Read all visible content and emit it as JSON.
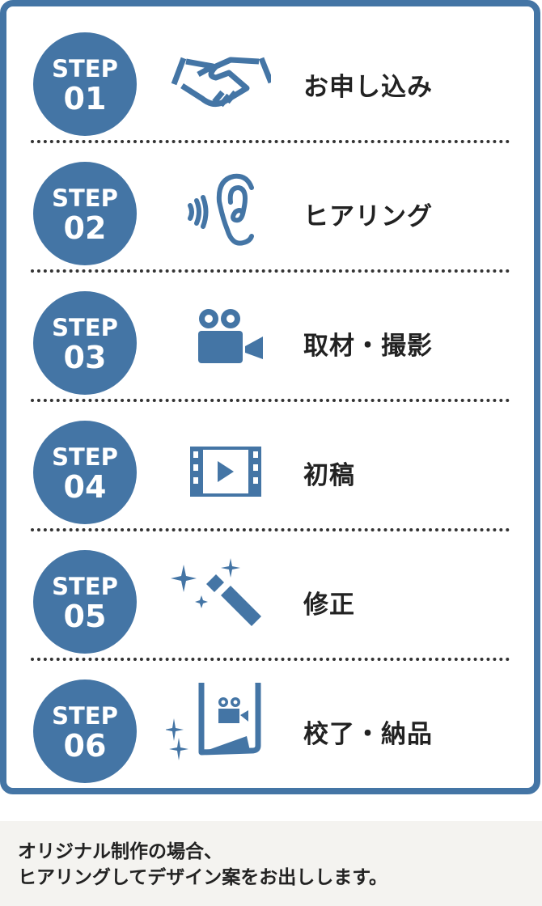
{
  "steps": [
    {
      "step": "STEP",
      "num": "01",
      "label": "お申し込み",
      "icon": "handshake-icon"
    },
    {
      "step": "STEP",
      "num": "02",
      "label": "ヒアリング",
      "icon": "ear-icon"
    },
    {
      "step": "STEP",
      "num": "03",
      "label": "取材・撮影",
      "icon": "video-camera-icon"
    },
    {
      "step": "STEP",
      "num": "04",
      "label": "初稿",
      "icon": "film-play-icon"
    },
    {
      "step": "STEP",
      "num": "05",
      "label": "修正",
      "icon": "magic-wand-icon"
    },
    {
      "step": "STEP",
      "num": "06",
      "label": "校了・納品",
      "icon": "finished-video-document-icon"
    }
  ],
  "note": {
    "line1": "オリジナル制作の場合、",
    "line2": "ヒアリングしてデザイン案をお出しします。"
  },
  "colors": {
    "accent": "#4475a5"
  }
}
